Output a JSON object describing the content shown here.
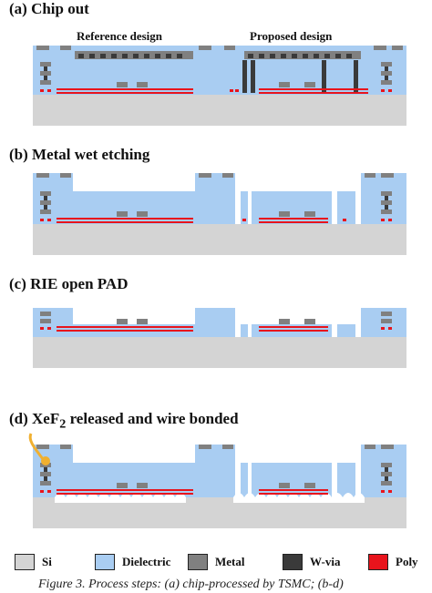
{
  "panels": [
    {
      "id": "a",
      "title": "(a) Chip out"
    },
    {
      "id": "b",
      "title": "(b) Metal wet etching"
    },
    {
      "id": "c",
      "title": "(c) RIE open PAD"
    },
    {
      "id": "d",
      "title_prefix": "(d) XeF",
      "title_sub": "2",
      "title_suffix": " released and wire bonded"
    }
  ],
  "labels": {
    "reference": "Reference design",
    "proposed": "Proposed design"
  },
  "legend": [
    {
      "label": "Si",
      "color": "#d4d4d4"
    },
    {
      "label": "Dielectric",
      "color": "#a9cdf2"
    },
    {
      "label": "Metal",
      "color": "#808080"
    },
    {
      "label": "W-via",
      "color": "#3a3a3a"
    },
    {
      "label": "Poly",
      "color": "#e8141c"
    }
  ],
  "caption": "Figure 3. Process steps: (a) chip-processed by TSMC; (b-d)",
  "colors": {
    "si": "#d4d4d4",
    "dielectric": "#a9cdf2",
    "metal": "#808080",
    "wvia": "#3a3a3a",
    "poly": "#e8141c",
    "bond": "#f0b030"
  }
}
